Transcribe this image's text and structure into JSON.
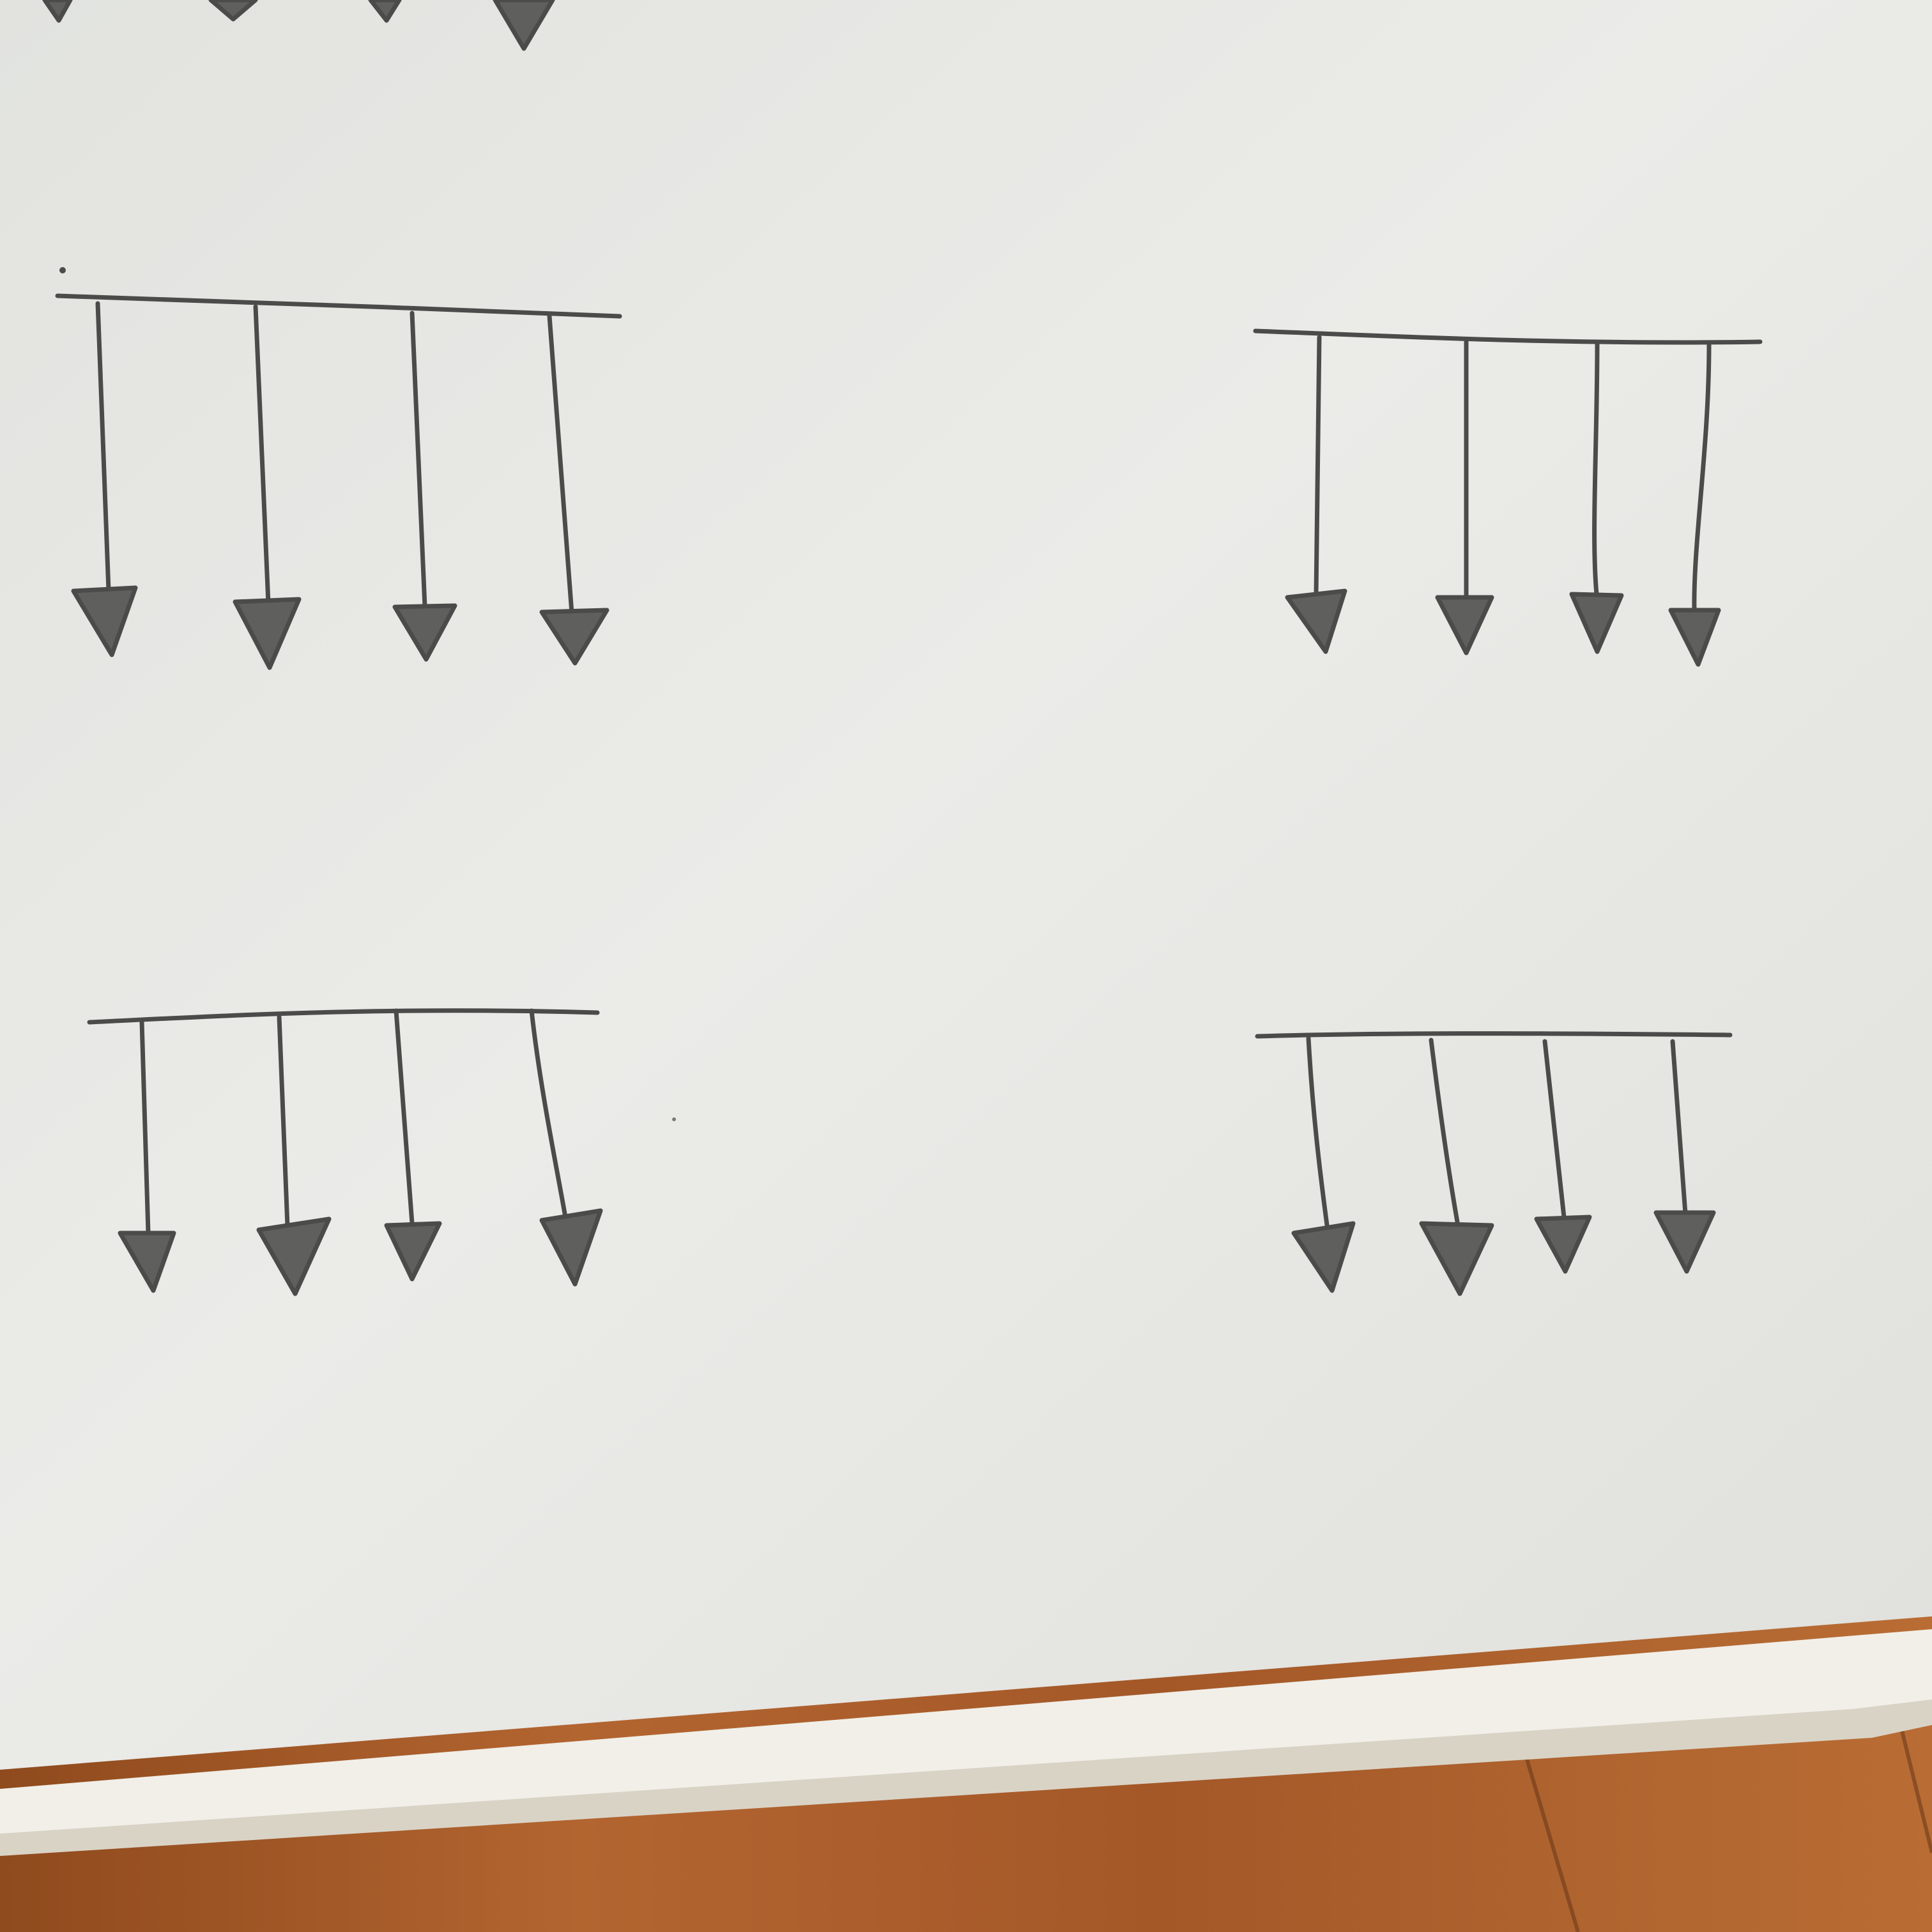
{
  "scene": {
    "description_colors": {
      "paper": "#e7e8e5",
      "paper_shade": "#dcdcd7",
      "paper_stack": "#f1efe8",
      "pencil": "#4b4c4a",
      "arrowhead_fill": "#5f605d",
      "wood_light": "#b8682f",
      "wood_dark": "#8a4418",
      "wood_seam": "#6e3a1a"
    },
    "drawings": [
      {
        "name": "top-left-arrow-group",
        "arrows": 4
      },
      {
        "name": "top-right-arrow-group",
        "arrows": 4
      },
      {
        "name": "bottom-left-arrow-group",
        "arrows": 4
      },
      {
        "name": "bottom-right-arrow-group",
        "arrows": 4
      }
    ],
    "partial_top_group": {
      "visible_arrowheads": 4
    }
  }
}
